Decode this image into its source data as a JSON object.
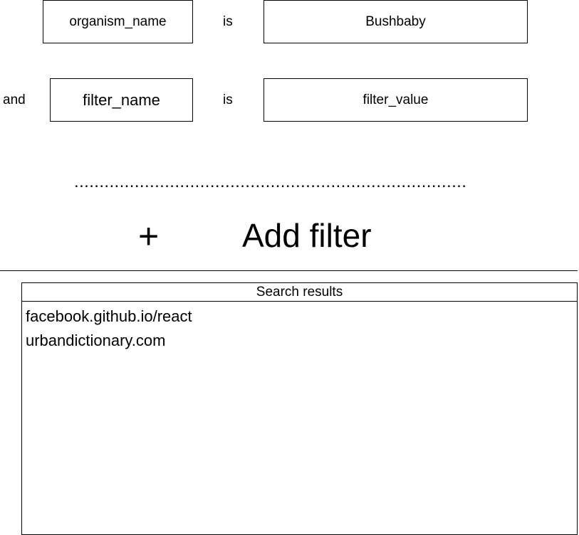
{
  "filters": [
    {
      "connector": "",
      "field": "organism_name",
      "operator": "is",
      "value": "Bushbaby"
    },
    {
      "connector": "and",
      "field": "filter_name",
      "operator": "is",
      "value": "filter_value"
    }
  ],
  "ellipsis": "..............................................................................",
  "add_filter": {
    "icon": "plus-icon",
    "icon_glyph": "+",
    "label": "Add filter"
  },
  "results": {
    "header": "Search results",
    "items": [
      "facebook.github.io/react",
      "urbandictionary.com"
    ]
  }
}
